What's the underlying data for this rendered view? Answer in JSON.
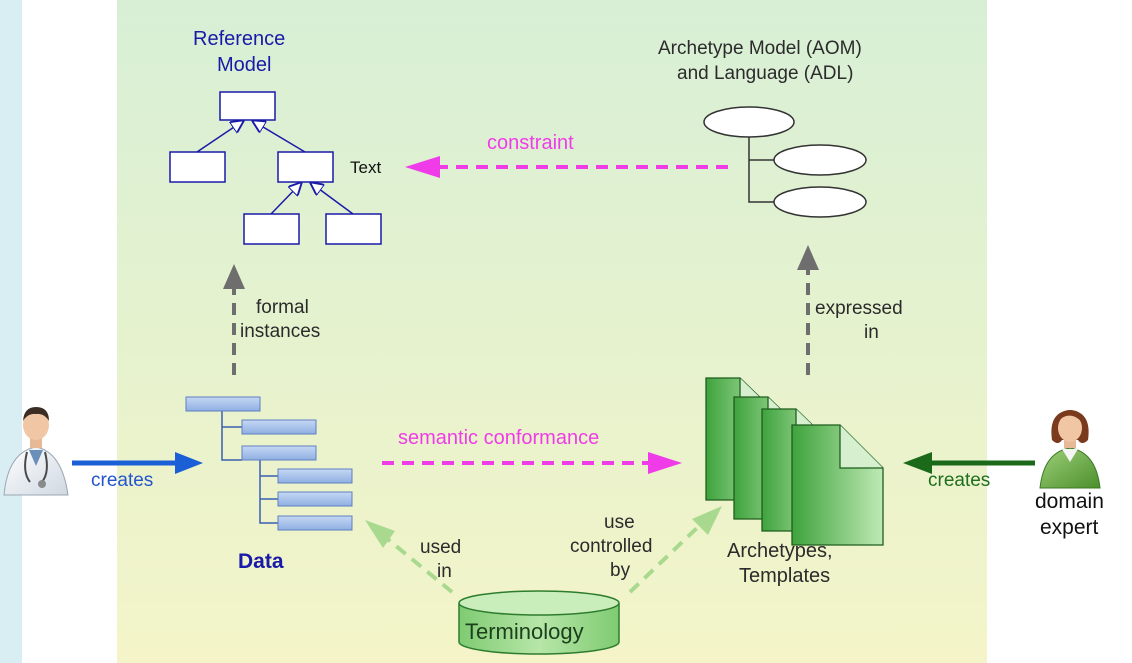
{
  "reference_model": {
    "title_line1": "Reference",
    "title_line2": "Model",
    "text_label": "Text"
  },
  "archetype_model": {
    "title_line1": "Archetype Model (AOM)",
    "title_line2": "and Language (ADL)"
  },
  "edges": {
    "constraint": "constraint",
    "formal_instances_line1": "formal",
    "formal_instances_line2": "instances",
    "expressed_in_line1": "expressed",
    "expressed_in_line2": "in",
    "semantic_conformance": "semantic conformance",
    "creates_left": "creates",
    "creates_right": "creates",
    "used_in_line1": "used",
    "used_in_line2": "in",
    "use_controlled_by_line1": "use",
    "use_controlled_by_line2": "controlled",
    "use_controlled_by_line3": "by"
  },
  "nodes": {
    "data": "Data",
    "archetypes_line1": "Archetypes,",
    "archetypes_line2": "Templates",
    "terminology": "Terminology",
    "domain_expert_line1": "domain",
    "domain_expert_line2": "expert"
  },
  "colors": {
    "reference_model": "#1a1aa8",
    "constraint_arrow": "#f03ce8",
    "grey_arrow": "#707070",
    "creates_left": "#1a5fd6",
    "creates_right": "#1a6a1a",
    "terminology_fill": "#9bd88e",
    "archetype_docs": "#4fb54a",
    "data_bars": "#9ab8e8"
  }
}
